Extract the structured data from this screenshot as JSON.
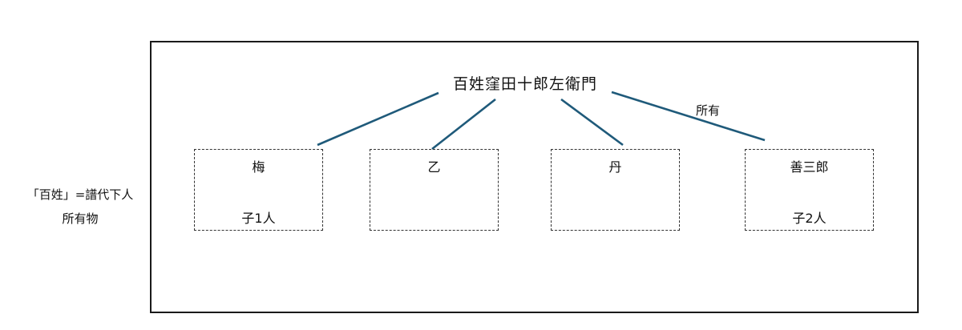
{
  "side_note": {
    "line1": "「百姓」=譜代下人",
    "line2": "所有物"
  },
  "owner": {
    "name": "百姓窪田十郎左衛門"
  },
  "relation_label": "所有",
  "servants": [
    {
      "name": "梅",
      "children": "子1人"
    },
    {
      "name": "乙",
      "children": ""
    },
    {
      "name": "丹",
      "children": ""
    },
    {
      "name": "善三郎",
      "children": "子2人"
    }
  ],
  "colors": {
    "connector": "#1f5a7a",
    "frame": "#1a1a1a",
    "box_border": "#333333"
  }
}
